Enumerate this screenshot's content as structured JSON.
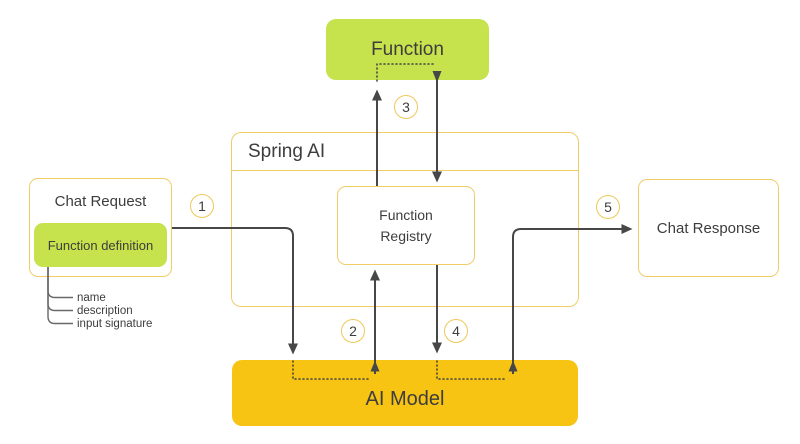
{
  "nodes": {
    "function": {
      "label": "Function"
    },
    "spring_ai": {
      "label": "Spring AI"
    },
    "function_registry": {
      "label": "Function Registry"
    },
    "chat_request": {
      "label": "Chat Request"
    },
    "function_definition": {
      "label": "Function definition"
    },
    "chat_response": {
      "label": "Chat Response"
    },
    "ai_model": {
      "label": "AI Model"
    }
  },
  "definition_fields": [
    "name",
    "description",
    "input signature"
  ],
  "step_badges": [
    "1",
    "2",
    "3",
    "4",
    "5"
  ],
  "colors": {
    "lime": "#c6e24d",
    "gold": "#f8c414",
    "border_yellow": "#f1cd68",
    "badge_border": "#eec858",
    "line_gray": "#474747",
    "tree_gray": "#686868",
    "text_dark": "#3d3d3d"
  }
}
